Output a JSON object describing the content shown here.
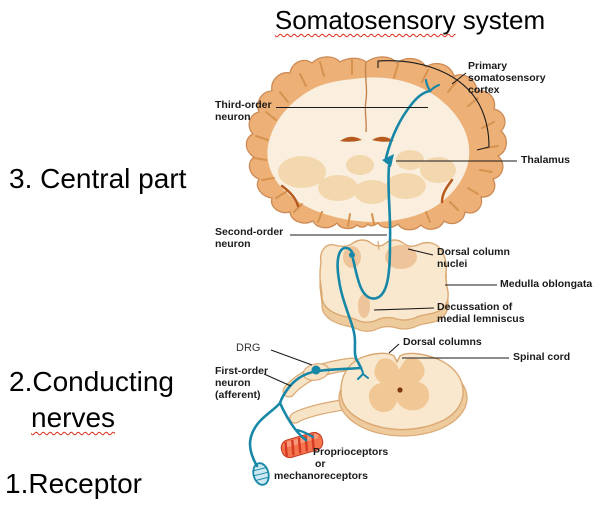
{
  "title": {
    "underlined": "Somatosensory",
    "rest": " system"
  },
  "side_labels": {
    "central": "3. Central part",
    "conducting_line1": "2.Conducting",
    "conducting_line2": "nerves",
    "receptor": "1.Receptor"
  },
  "labels": {
    "third_order": [
      "Third-order",
      "neuron"
    ],
    "primary_cortex": [
      "Primary",
      "somatosensory",
      "cortex"
    ],
    "thalamus": "Thalamus",
    "second_order": [
      "Second-order",
      "neuron"
    ],
    "dorsal_column_nuclei": [
      "Dorsal column",
      "nuclei"
    ],
    "medulla": "Medulla oblongata",
    "decussation": [
      "Decussation of",
      "medial lemniscus"
    ],
    "dorsal_columns": "Dorsal columns",
    "spinal_cord": "Spinal cord",
    "drg": "DRG",
    "first_order": [
      "First-order",
      "neuron",
      "(afferent)"
    ],
    "receptors": [
      "Proprioceptors",
      "or",
      "mechanoreceptors"
    ]
  },
  "colors": {
    "neuron_teal": "#1787a7",
    "leader_black": "#1a1a1a",
    "cortex_tan": "#edb077",
    "tissue_cream": "#f9e8cd",
    "inner_cream": "#faeede",
    "nuclei_tan": "#eec59a",
    "gray_matter": "#f0c795",
    "ventricle_orange": "#b65a1e",
    "muscle_red": "#f3744d",
    "muscle_stripe": "#d63a22",
    "receptor_fill": "#cde8f1",
    "squiggle_red": "#d92a18",
    "canal_brown": "#7e350c"
  }
}
